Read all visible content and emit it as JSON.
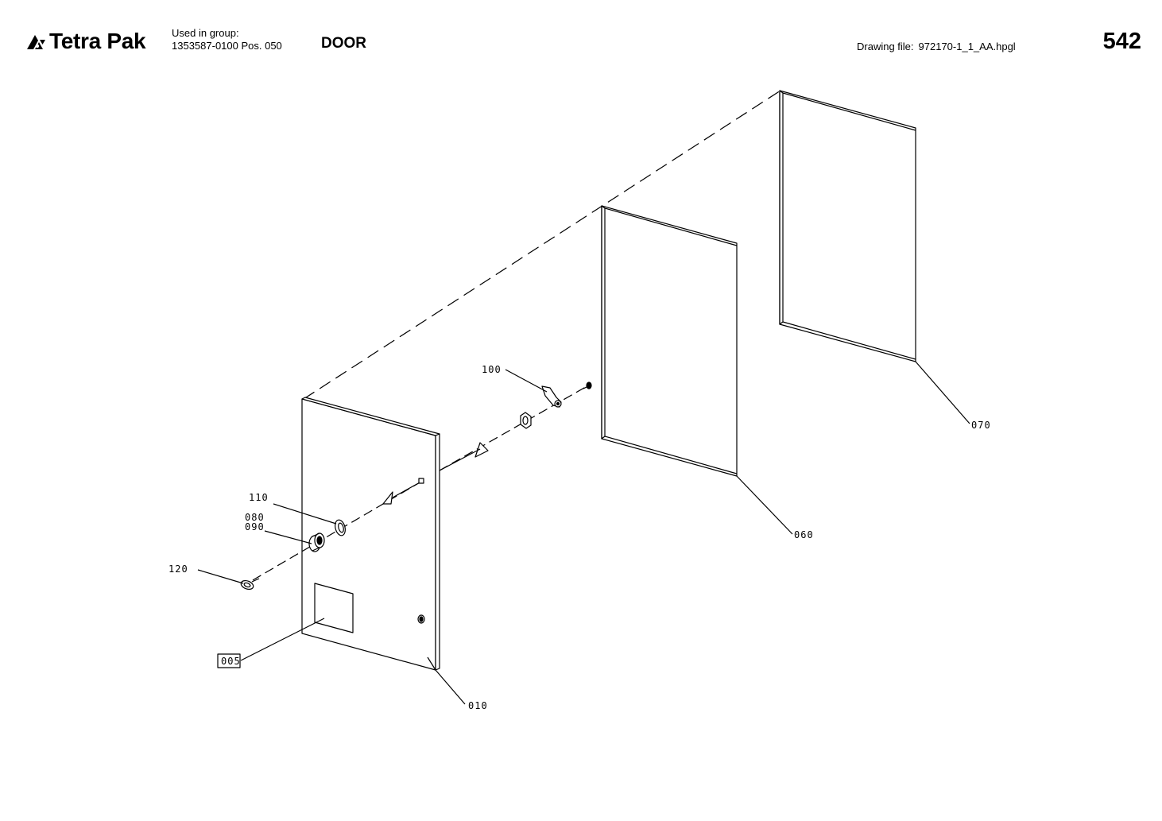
{
  "header": {
    "brand": "Tetra Pak",
    "brand_icon": "tetra-pak-logo-icon",
    "used_in_label": "Used in group:",
    "used_in_value": "1353587-0100 Pos. 050",
    "title": "DOOR",
    "drawing_file_label": "Drawing file:",
    "drawing_file_value": "972170-1_1_AA.hpgl",
    "page_number": "542"
  },
  "callouts": {
    "c005": "005",
    "c010": "010",
    "c060": "060",
    "c070": "070",
    "c080": "080",
    "c090": "090",
    "c100": "100",
    "c110": "110",
    "c120": "120"
  },
  "colors": {
    "ink": "#000000",
    "paper": "#ffffff"
  }
}
